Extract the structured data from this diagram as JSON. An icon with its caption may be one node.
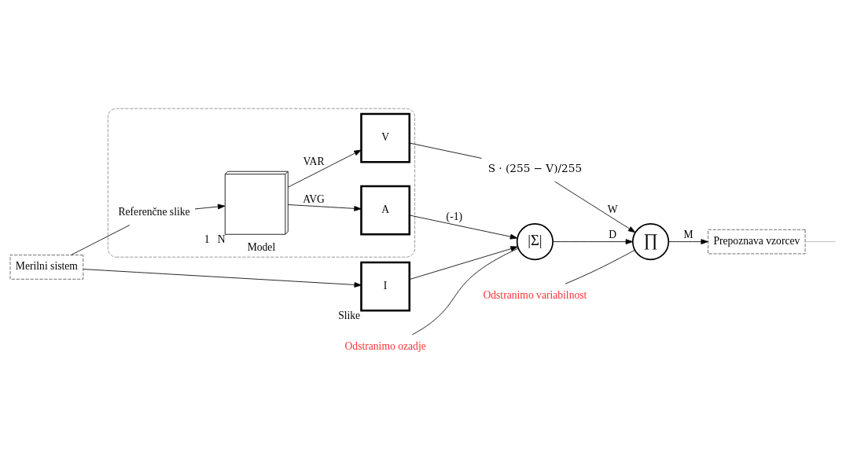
{
  "diagram": {
    "nodes": [
      {
        "text": [
          "Merilni sistem"
        ]
      },
      {
        "text": [
          "I"
        ],
        "beside": [
          "Slike"
        ]
      },
      {
        "text": [
          "Model"
        ]
      },
      {
        "text": [
          "Referenčne slike"
        ],
        "in": 2
      },
      {
        "text": [],
        "shape": "picture",
        "beside": [
          "1",
          "N"
        ],
        "in": 2
      },
      {
        "text": [
          "A"
        ],
        "in": 2
      },
      {
        "text": [
          "V"
        ],
        "in": 2
      },
      {
        "text": [
          "S · (255 − V)/255"
        ]
      },
      {
        "text": [
          "|Σ|"
        ]
      },
      {
        "text": [
          "∏"
        ]
      },
      {
        "text": [
          "Prepoznava vzorcev"
        ]
      },
      {
        "text": [
          "Odstranimo ozadje"
        ]
      },
      {
        "text": [
          "Odstranimo variabilnost"
        ]
      }
    ],
    "edges": [
      {
        "from": 0,
        "to": 1,
        "arrow": "to"
      },
      {
        "from": 0,
        "to": 3,
        "arrow": "none"
      },
      {
        "from": 3,
        "to": 4,
        "arrow": "to"
      },
      {
        "from": 4,
        "to": 5,
        "arrow": "to",
        "label": "AVG"
      },
      {
        "from": 4,
        "to": 6,
        "arrow": "to",
        "label": "VAR"
      },
      {
        "from": 1,
        "to": 8,
        "arrow": "to"
      },
      {
        "from": 5,
        "to": 8,
        "arrow": "to",
        "label": "(-1)"
      },
      {
        "from": 6,
        "to": 7,
        "arrow": "none"
      },
      {
        "from": 7,
        "to": 9,
        "arrow": "to",
        "label": "W"
      },
      {
        "from": 8,
        "to": 9,
        "arrow": "to",
        "label": "D"
      },
      {
        "from": 9,
        "to": 10,
        "arrow": "to",
        "label": "M"
      },
      {
        "from": 10,
        "to": null,
        "arrow": "none",
        "color": "#b0b0b0"
      },
      {
        "from": 11,
        "to": 8,
        "arrow": "none"
      },
      {
        "from": 12,
        "to": 9,
        "arrow": "none"
      }
    ]
  }
}
